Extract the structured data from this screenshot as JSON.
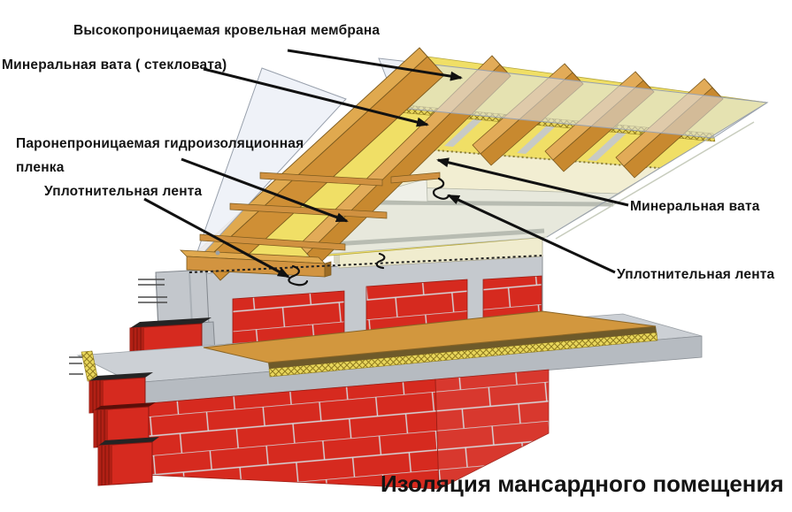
{
  "diagram": {
    "title": "Изоляция мансардного помещения",
    "labels": {
      "membrane": "Высокопроницаемая кровельная мембрана",
      "glass_wool": "Минеральная вата ( стекловата)",
      "vapor_film": [
        "Паронепроницаемая гидроизоляционная",
        "пленка"
      ],
      "sealing_tape_left": "Уплотнительная лента",
      "mineral_wool_right": "Минеральная вата",
      "sealing_tape_right": "Уплотнительная лента"
    },
    "palette": {
      "rafter_wood": "#cf8f35",
      "rafter_wood_light": "#e2ab58",
      "batten_wood": "#d09140",
      "yellow_insulation": "#f0df66",
      "insulation_cut_edge": "#e9d75c",
      "cream_insulation": "#f2eed2",
      "vapor_film": "#e7e8dc",
      "membrane": "#dce3ef",
      "concrete_gray": "#c5c9ce",
      "concrete_dark": "#b6bbc1",
      "brick_red": "#d62a1f",
      "brick_dark_cap": "#242424",
      "floor_wood": "#d2973e",
      "arrow_black": "#111111"
    }
  }
}
